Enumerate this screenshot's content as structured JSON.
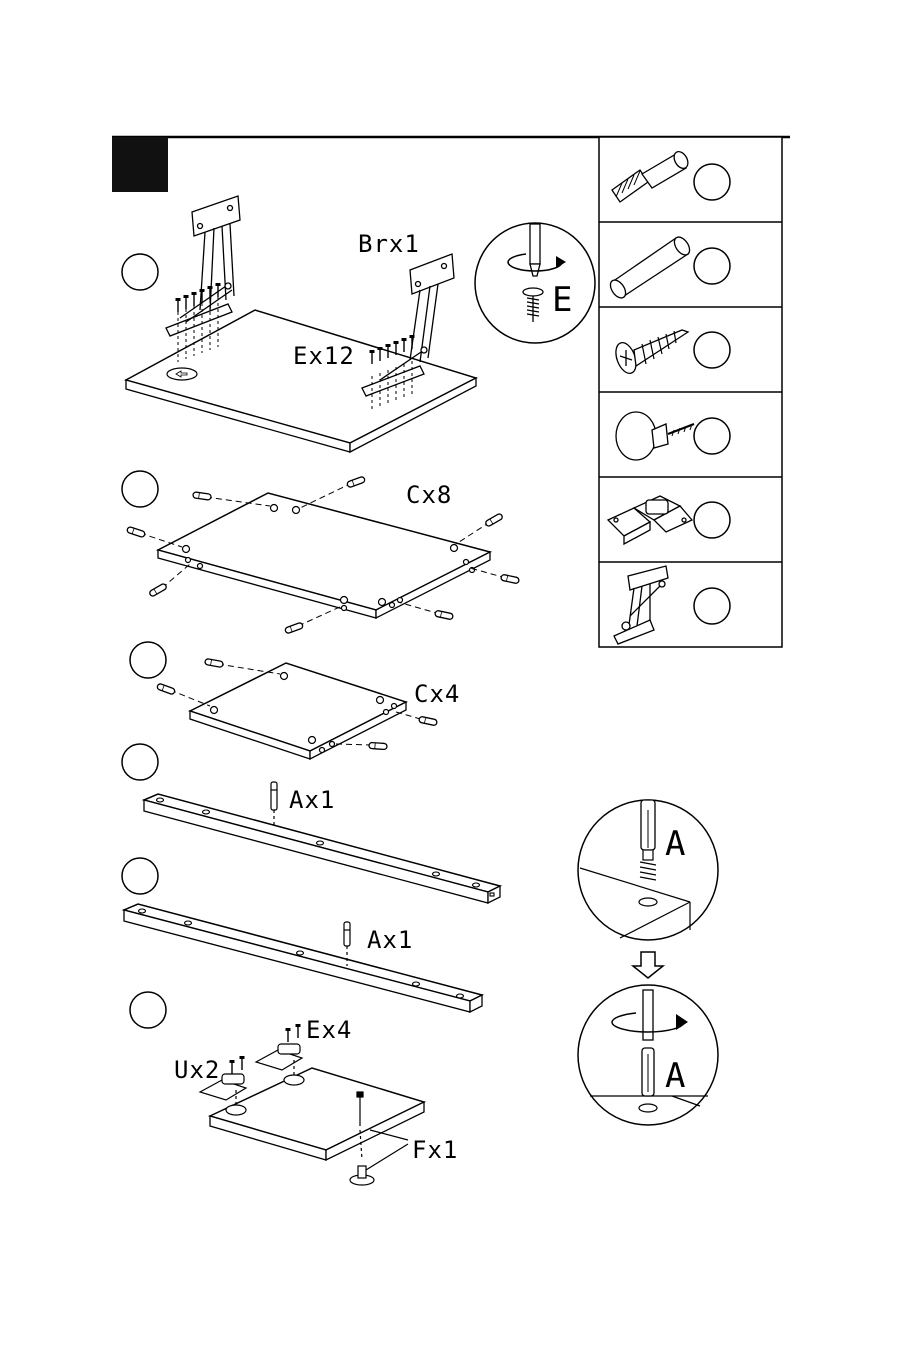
{
  "step_badge": "",
  "labels": {
    "brackets": "Brx1",
    "bracket_screws": "Ex12",
    "dowels_panel_1": "Cx8",
    "dowels_panel_2": "Cx4",
    "cam_bolt_rail_1": "Ax1",
    "cam_bolt_rail_2": "Ax1",
    "hinge_screws": "Ex4",
    "hinges": "Ux2",
    "knob": "Fx1"
  },
  "detail_callouts": {
    "screw_detail": "E",
    "cam_bolt_top": "A",
    "cam_bolt_bottom": "A"
  },
  "parts_legend": [
    {
      "icon": "cam-bolt-icon",
      "code": ""
    },
    {
      "icon": "wooden-dowel-icon",
      "code": ""
    },
    {
      "icon": "wood-screw-icon",
      "code": ""
    },
    {
      "icon": "knob-icon",
      "code": ""
    },
    {
      "icon": "cabinet-hinge-icon",
      "code": ""
    },
    {
      "icon": "lift-bracket-icon",
      "code": ""
    }
  ],
  "sub_steps": [
    "",
    "",
    "",
    "",
    "",
    ""
  ]
}
